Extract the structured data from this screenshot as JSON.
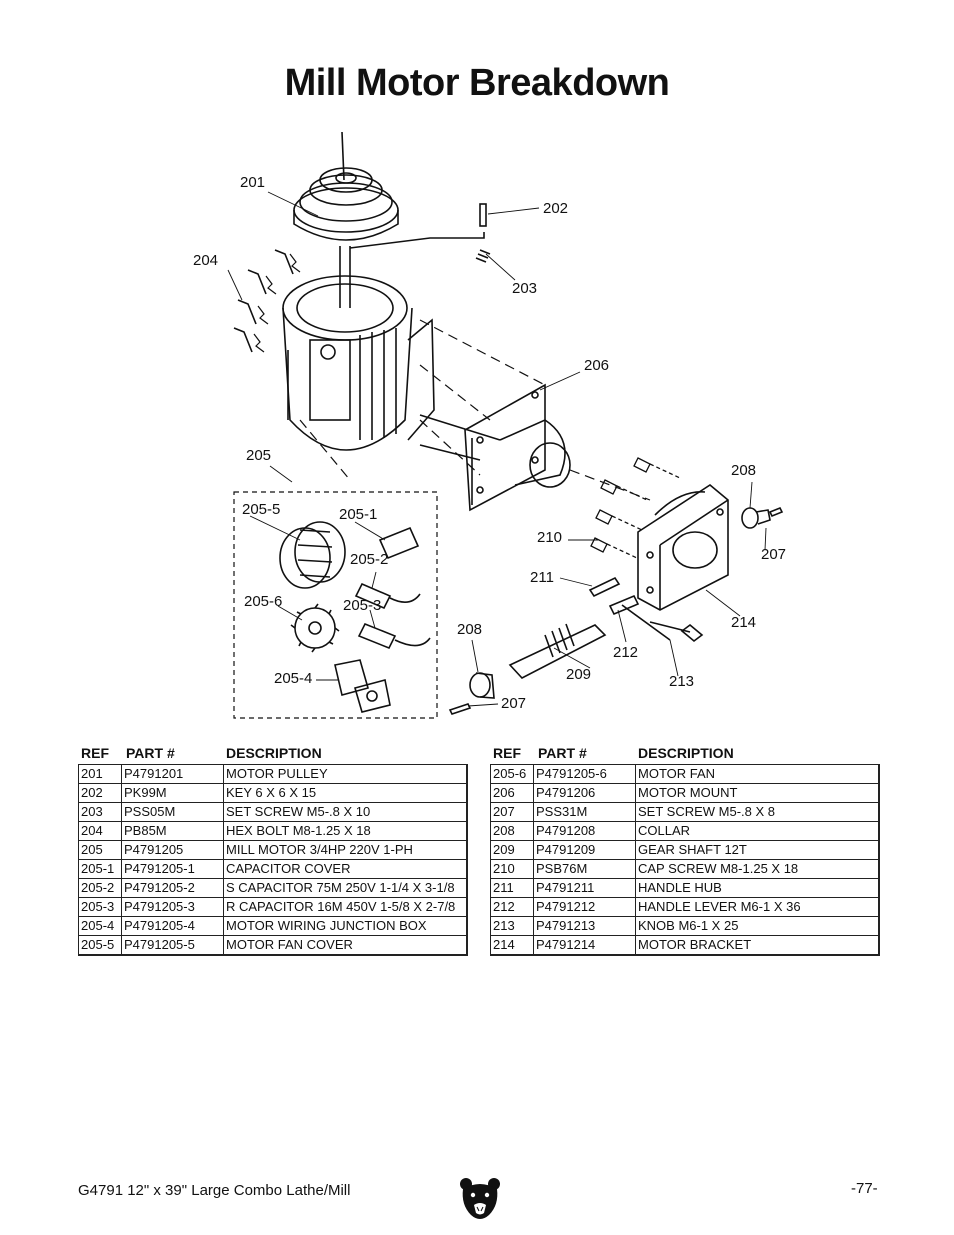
{
  "page": {
    "title": "Mill Motor Breakdown",
    "footer_left": "G4791  12\" x 39\" Large Combo Lathe/Mill",
    "footer_right": "-77-"
  },
  "callouts": [
    "201",
    "202",
    "203",
    "204",
    "205",
    "205-1",
    "205-2",
    "205-3",
    "205-4",
    "205-5",
    "205-6",
    "206",
    "207",
    "207",
    "208",
    "208",
    "209",
    "210",
    "211",
    "212",
    "213",
    "214"
  ],
  "headers": {
    "ref": "REF",
    "part": "PART #",
    "desc": "DESCRIPTION"
  },
  "left_table": [
    {
      "ref": "201",
      "part": "P4791201",
      "desc": "MOTOR PULLEY"
    },
    {
      "ref": "202",
      "part": "PK99M",
      "desc": "KEY 6 X 6 X 15"
    },
    {
      "ref": "203",
      "part": "PSS05M",
      "desc": "SET SCREW M5-.8 X 10"
    },
    {
      "ref": "204",
      "part": "PB85M",
      "desc": "HEX BOLT M8-1.25 X 18"
    },
    {
      "ref": "205",
      "part": "P4791205",
      "desc": "MILL MOTOR 3/4HP 220V 1-PH"
    },
    {
      "ref": "205-1",
      "part": "P4791205-1",
      "desc": "CAPACITOR COVER"
    },
    {
      "ref": "205-2",
      "part": "P4791205-2",
      "desc": "S CAPACITOR 75M 250V 1-1/4 X 3-1/8"
    },
    {
      "ref": "205-3",
      "part": "P4791205-3",
      "desc": "R CAPACITOR 16M 450V 1-5/8 X 2-7/8"
    },
    {
      "ref": "205-4",
      "part": "P4791205-4",
      "desc": "MOTOR WIRING JUNCTION BOX"
    },
    {
      "ref": "205-5",
      "part": "P4791205-5",
      "desc": "MOTOR FAN COVER"
    }
  ],
  "right_table": [
    {
      "ref": "205-6",
      "part": "P4791205-6",
      "desc": "MOTOR FAN"
    },
    {
      "ref": "206",
      "part": "P4791206",
      "desc": "MOTOR MOUNT"
    },
    {
      "ref": "207",
      "part": "PSS31M",
      "desc": "SET SCREW M5-.8 X 8"
    },
    {
      "ref": "208",
      "part": "P4791208",
      "desc": "COLLAR"
    },
    {
      "ref": "209",
      "part": "P4791209",
      "desc": "GEAR SHAFT 12T"
    },
    {
      "ref": "210",
      "part": "PSB76M",
      "desc": "CAP SCREW M8-1.25 X 18"
    },
    {
      "ref": "211",
      "part": "P4791211",
      "desc": "HANDLE HUB"
    },
    {
      "ref": "212",
      "part": "P4791212",
      "desc": "HANDLE LEVER M6-1 X 36"
    },
    {
      "ref": "213",
      "part": "P4791213",
      "desc": "KNOB M6-1 X 25"
    },
    {
      "ref": "214",
      "part": "P4791214",
      "desc": "MOTOR BRACKET"
    }
  ]
}
